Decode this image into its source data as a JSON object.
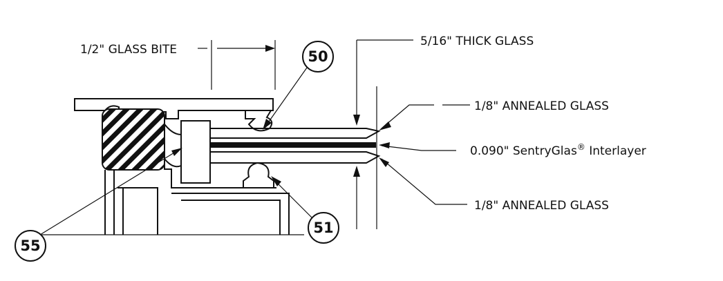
{
  "labels": {
    "glass_bite": "1/2\" GLASS BITE",
    "thick_glass": "5/16\" THICK GLASS",
    "annealed_top": "1/8\" ANNEALED GLASS",
    "interlayer": "0.090\" SentryGlas",
    "interlayer_reg": "®",
    "interlayer_suffix": " Interlayer",
    "annealed_bottom": "1/8\" ANNEALED GLASS"
  },
  "callouts": {
    "c50": "50",
    "c51": "51",
    "c55": "55"
  }
}
